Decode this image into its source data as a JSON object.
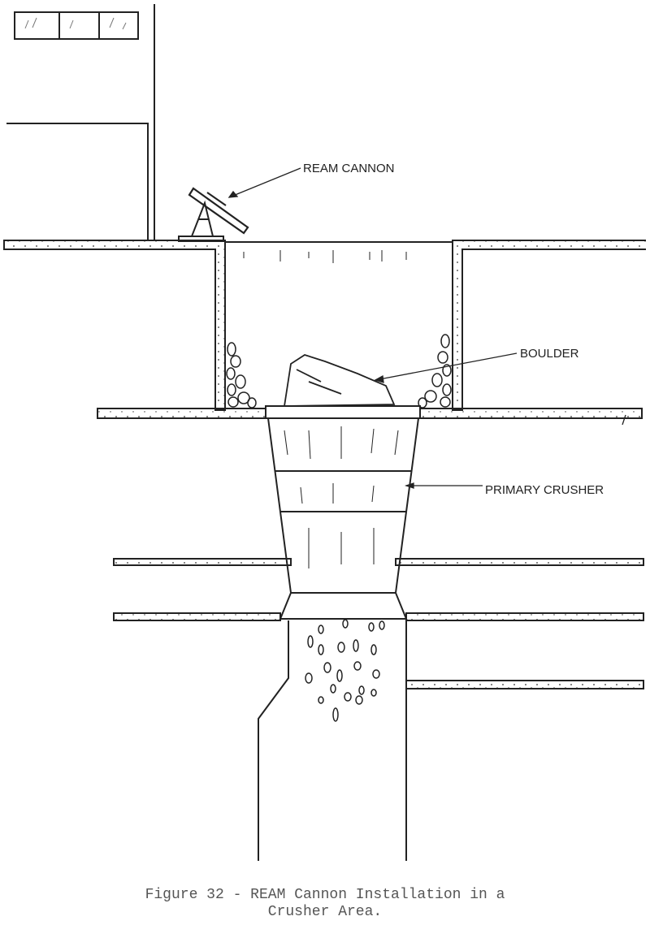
{
  "labels": {
    "ream_cannon": "REAM CANNON",
    "boulder": "BOULDER",
    "primary_crusher": "PRIMARY CRUSHER"
  },
  "caption": {
    "line1": "Figure 32 - REAM Cannon Installation in a",
    "line2": "Crusher Area."
  }
}
